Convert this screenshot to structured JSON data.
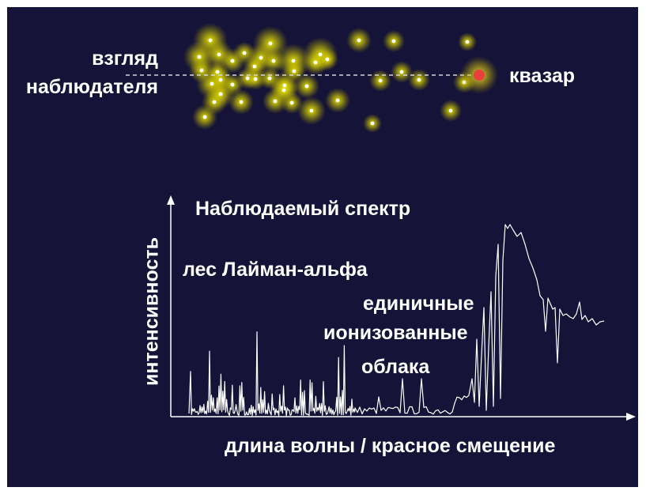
{
  "labels": {
    "line_of_sight_1": "взгляд",
    "line_of_sight_2": "наблюдателя",
    "quasar": "квазар",
    "spectrum_title": "Наблюдаемый спектр",
    "lyman_forest": "лес Лайман-альфа",
    "single_clouds_1": "единичные",
    "single_clouds_2": "ионизованные",
    "single_clouds_3": "облака",
    "x_axis": "длина волны / красное смещение",
    "y_axis": "интенсивность"
  },
  "colors": {
    "background": "#151337",
    "galaxy_glow": "#e8e000",
    "galaxy_core": "#ffffff",
    "quasar": "#e8403a",
    "spectrum_line": "#ffffff"
  }
}
